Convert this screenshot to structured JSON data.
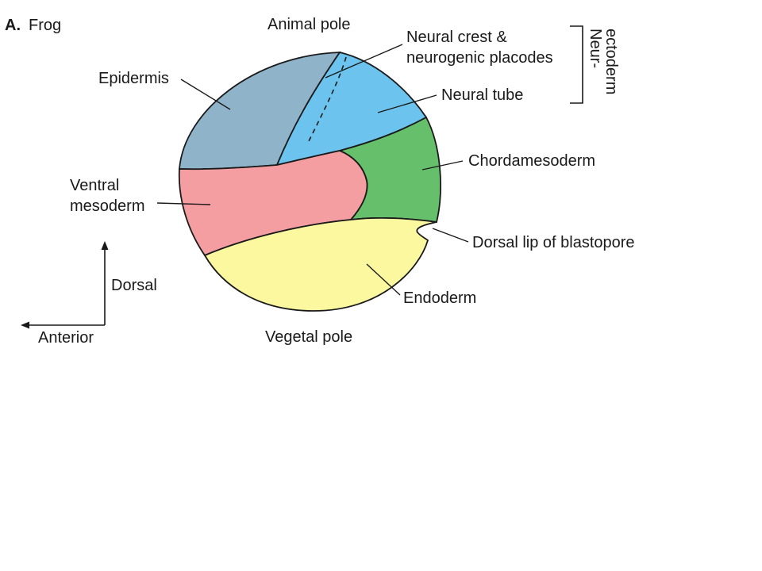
{
  "panel": {
    "letter": "A.",
    "title": "Frog"
  },
  "labels": {
    "animal_pole": "Animal pole",
    "vegetal_pole": "Vegetal pole",
    "epidermis": "Epidermis",
    "neural_crest_line1": "Neural crest &",
    "neural_crest_line2": "neurogenic placodes",
    "neural_tube": "Neural tube",
    "neuroectoderm_line1": "Neur-",
    "neuroectoderm_line2": "ectoderm",
    "chordamesoderm": "Chordamesoderm",
    "ventral_mesoderm_line1": "Ventral",
    "ventral_mesoderm_line2": "mesoderm",
    "dorsal_lip": "Dorsal lip of blastopore",
    "endoderm": "Endoderm",
    "dorsal_axis": "Dorsal",
    "anterior_axis": "Anterior"
  },
  "colors": {
    "epidermis": "#8fb4c9",
    "neural": "#6cc4ee",
    "chordamesoderm": "#66bf6b",
    "ventral_mesoderm": "#f49ea2",
    "endoderm": "#fbf8a0",
    "outline": "#1a1a1a"
  }
}
